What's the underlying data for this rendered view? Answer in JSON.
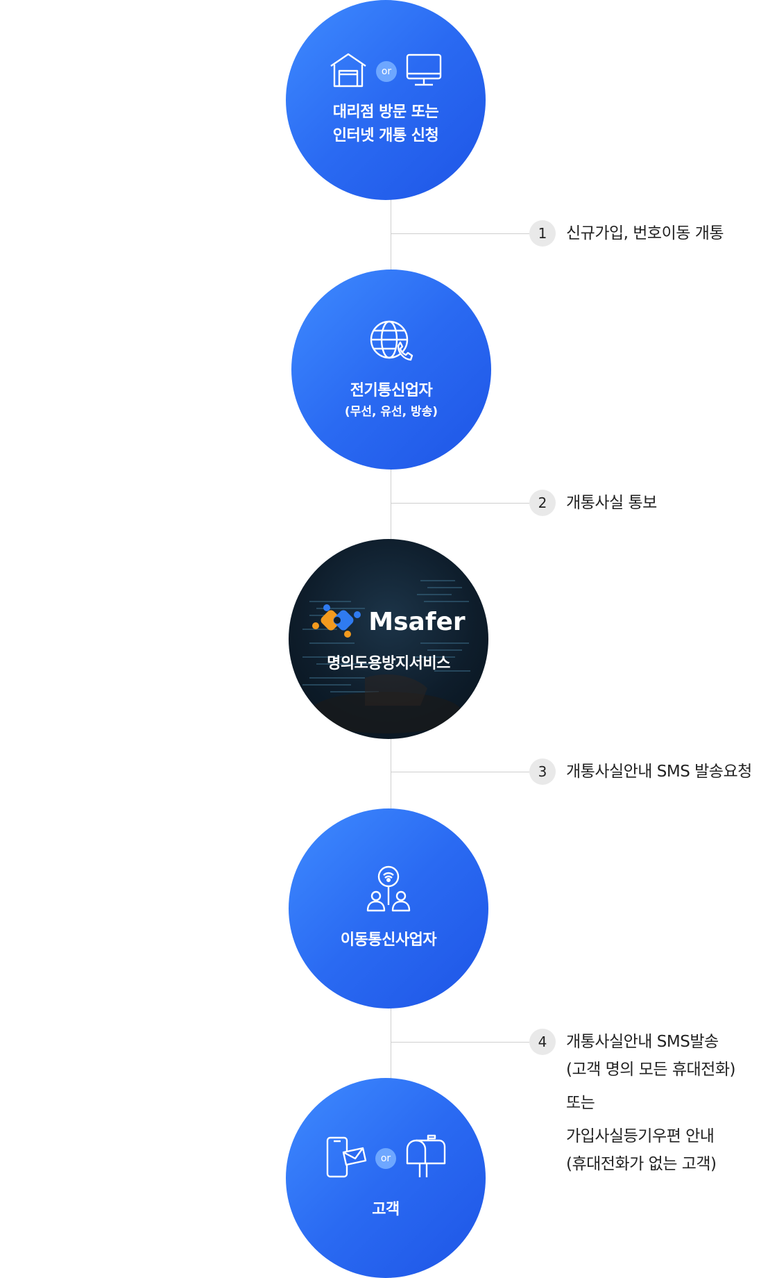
{
  "nodes": {
    "apply": {
      "or_label": "or",
      "line1": "대리점 방문 또는",
      "line2": "인터넷 개통 신청",
      "icons": [
        "store-icon",
        "monitor-icon"
      ]
    },
    "telecom": {
      "title": "전기통신업자",
      "subtitle": "(무선, 유선, 방송)",
      "icons": [
        "globe-phone-icon"
      ]
    },
    "msafer": {
      "brand": "Msafer",
      "title": "명의도용방지서비스",
      "icons": [
        "msafer-logo-icon"
      ]
    },
    "mobile": {
      "title": "이동통신사업자",
      "icons": [
        "network-users-icon"
      ]
    },
    "customer": {
      "or_label": "or",
      "title": "고객",
      "icons": [
        "phone-mail-icon",
        "mailbox-icon"
      ]
    }
  },
  "steps": [
    {
      "num": "1",
      "lines": [
        "신규가입, 번호이동 개통"
      ]
    },
    {
      "num": "2",
      "lines": [
        "개통사실 통보"
      ]
    },
    {
      "num": "3",
      "lines": [
        "개통사실안내 SMS 발송요청"
      ]
    },
    {
      "num": "4",
      "lines": [
        "개통사실안내 SMS발송",
        "(고객 명의 모든 휴대전화)",
        "또는",
        "가입사실등기우편 안내",
        "(휴대전화가 없는 고객)"
      ]
    }
  ],
  "colors": {
    "circle_start": "#3f8bff",
    "circle_end": "#1e55e6",
    "line": "#cfcfcf",
    "badge": "#e9e9e9",
    "msafer_orange": "#f39a1e",
    "msafer_blue": "#2f7bf0"
  }
}
